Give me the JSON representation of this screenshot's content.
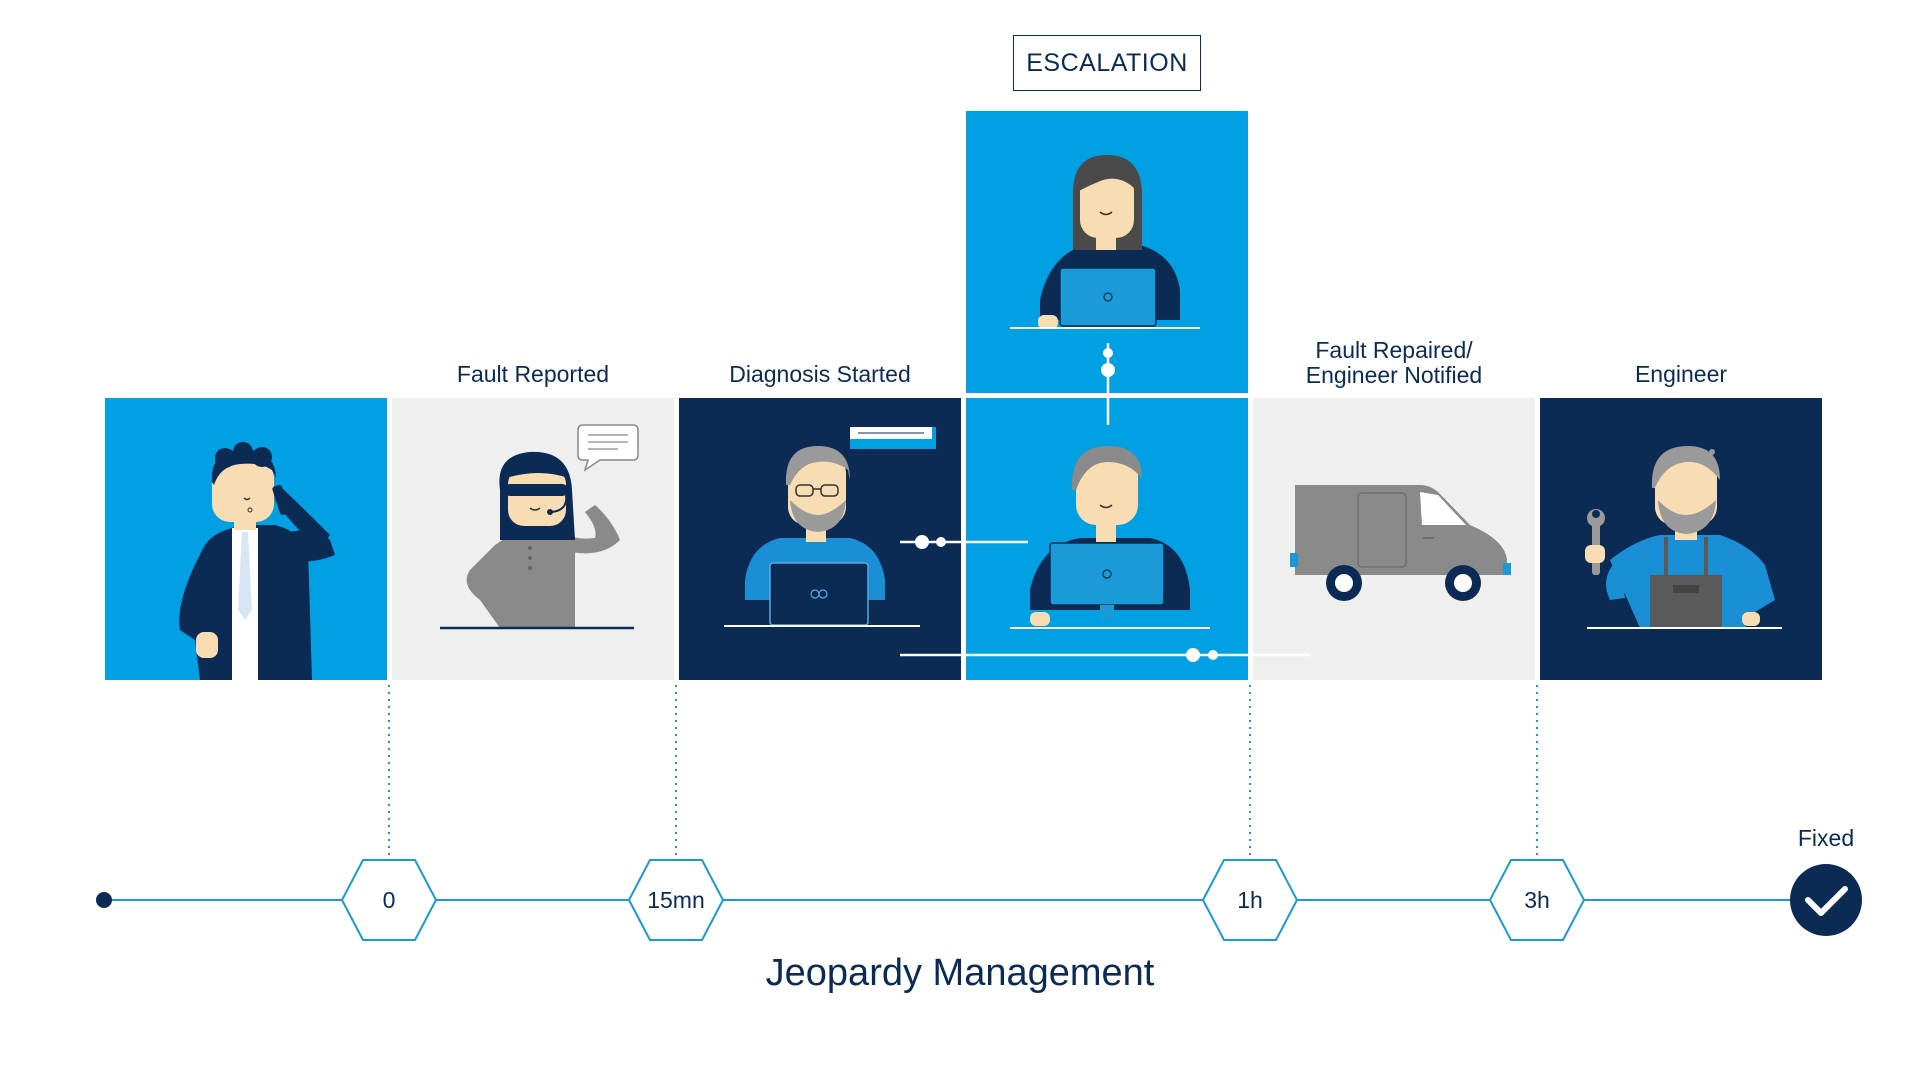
{
  "escalation": {
    "label": "ESCALATION"
  },
  "stages": [
    {
      "label_lines": []
    },
    {
      "label_lines": [
        "Fault Reported"
      ]
    },
    {
      "label_lines": [
        "Diagnosis Started"
      ]
    },
    {
      "label_lines": []
    },
    {
      "label_lines": [
        "Fault Repaired/",
        "Engineer Notified"
      ]
    },
    {
      "label_lines": [
        "Engineer"
      ]
    }
  ],
  "timeline": {
    "markers": [
      {
        "label": "0"
      },
      {
        "label": "15mn"
      },
      {
        "label": "1h"
      },
      {
        "label": "3h"
      }
    ],
    "end_label": "Fixed",
    "end_icon": "check-icon"
  },
  "title": "Jeopardy Management",
  "colors": {
    "navy": "#0b2b55",
    "blue": "#00a0e3",
    "gray": "#efefef",
    "figure_gray": "#8a8a8a",
    "skin": "#f7dcb4",
    "timeline_blue": "#1a9ad6"
  }
}
